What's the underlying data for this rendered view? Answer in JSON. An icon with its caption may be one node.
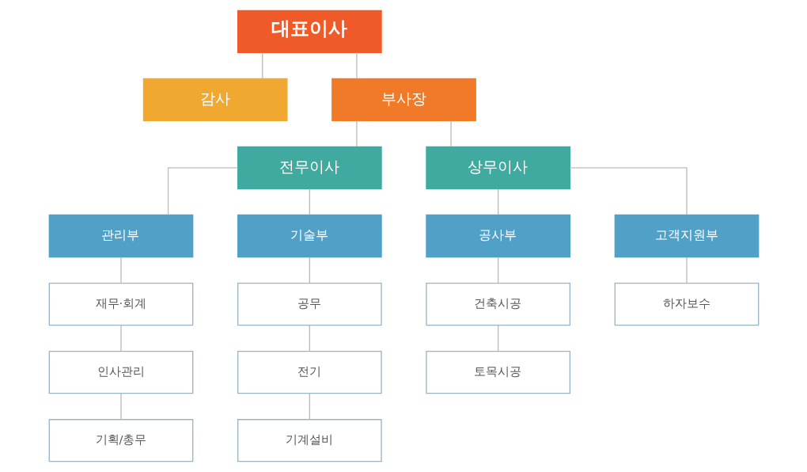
{
  "diagram": {
    "nodes": [
      {
        "text": [
          "대표이사"
        ]
      },
      {
        "text": [
          "감사"
        ]
      },
      {
        "text": [
          "부사장"
        ]
      },
      {
        "text": [
          "전무이사"
        ]
      },
      {
        "text": [
          "상무이사"
        ]
      },
      {
        "text": [
          "관리부"
        ]
      },
      {
        "text": [
          "재무·회계"
        ]
      },
      {
        "text": [
          "인사관리"
        ]
      },
      {
        "text": [
          "기획/총무"
        ]
      },
      {
        "text": [
          "기술부"
        ]
      },
      {
        "text": [
          "공무"
        ]
      },
      {
        "text": [
          "전기"
        ]
      },
      {
        "text": [
          "기계설비"
        ]
      },
      {
        "text": [
          "공사부"
        ]
      },
      {
        "text": [
          "건축시공"
        ]
      },
      {
        "text": [
          "토목시공"
        ]
      },
      {
        "text": [
          "고객지원부"
        ]
      },
      {
        "text": [
          "하자보수"
        ]
      }
    ],
    "edges": [
      {
        "from": 0,
        "to": 2,
        "arrow": "none"
      },
      {
        "from": 0,
        "to": 1,
        "arrow": "none"
      },
      {
        "from": 2,
        "to": 3,
        "arrow": "none"
      },
      {
        "from": 2,
        "to": 4,
        "arrow": "none"
      },
      {
        "from": 3,
        "to": 5,
        "arrow": "none"
      },
      {
        "from": 3,
        "to": 9,
        "arrow": "none"
      },
      {
        "from": 4,
        "to": 13,
        "arrow": "none"
      },
      {
        "from": 4,
        "to": 16,
        "arrow": "none"
      },
      {
        "from": 5,
        "to": 6,
        "arrow": "none"
      },
      {
        "from": 6,
        "to": 7,
        "arrow": "none"
      },
      {
        "from": 7,
        "to": 8,
        "arrow": "none"
      },
      {
        "from": 9,
        "to": 10,
        "arrow": "none"
      },
      {
        "from": 10,
        "to": 11,
        "arrow": "none"
      },
      {
        "from": 11,
        "to": 12,
        "arrow": "none"
      },
      {
        "from": 13,
        "to": 14,
        "arrow": "none"
      },
      {
        "from": 14,
        "to": 15,
        "arrow": "none"
      },
      {
        "from": 16,
        "to": 17,
        "arrow": "none"
      }
    ]
  }
}
